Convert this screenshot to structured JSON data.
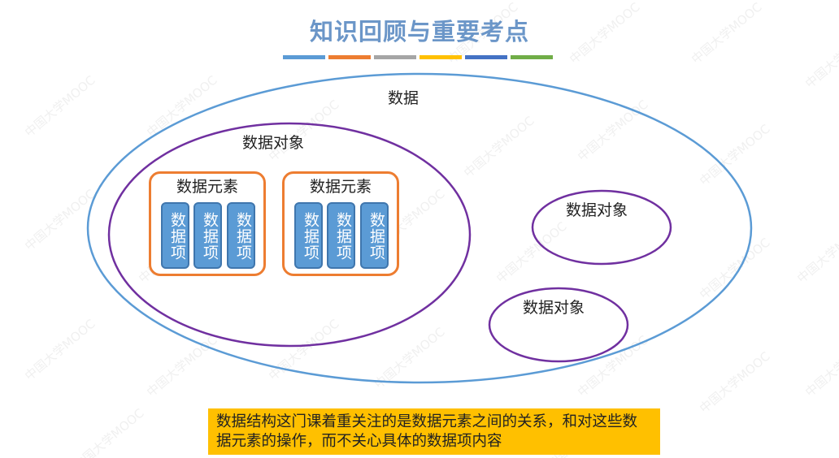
{
  "title": "知识回顾与重要考点",
  "title_bar_colors": [
    "#5b9bd5",
    "#ed7d31",
    "#a5a5a5",
    "#ffc000",
    "#4472c4",
    "#70ad47"
  ],
  "diagram": {
    "outer_label": "数据",
    "inner_object_label": "数据对象",
    "small_objects": [
      "数据对象",
      "数据对象"
    ],
    "elements": [
      {
        "label": "数据元素",
        "items": [
          "数据项",
          "数据项",
          "数据项"
        ]
      },
      {
        "label": "数据元素",
        "items": [
          "数据项",
          "数据项",
          "数据项"
        ]
      }
    ],
    "colors": {
      "outer_ellipse": "#5b9bd5",
      "object_ellipse": "#7030a0",
      "element_border": "#ed7d31",
      "item_fill": "#5b9bd5"
    }
  },
  "note": {
    "text": "数据结构这门课着重关注的是数据元素之间的关系，和对这些数据元素的操作，而不关心具体的数据项内容",
    "background": "#ffc000"
  },
  "watermark": "中国大学MOOC"
}
